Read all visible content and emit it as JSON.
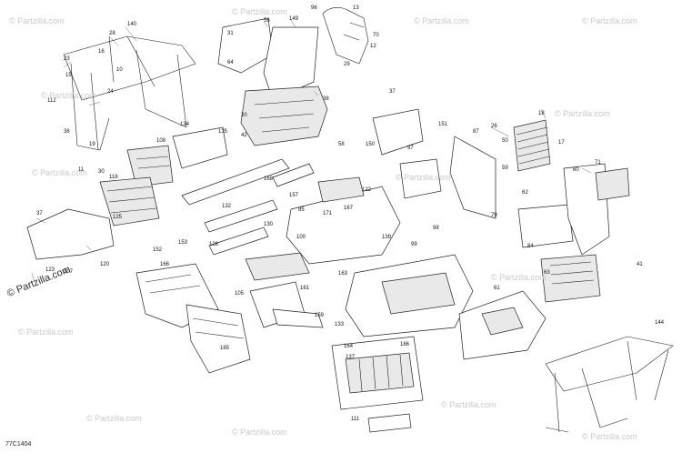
{
  "watermark": {
    "text": "© Partzilla.com"
  },
  "diagram_code": "77C1404",
  "callouts": [
    {
      "label": "140"
    },
    {
      "label": "28"
    },
    {
      "label": "23"
    },
    {
      "label": "16"
    },
    {
      "label": "15"
    },
    {
      "label": "10"
    },
    {
      "label": "112"
    },
    {
      "label": "36"
    },
    {
      "label": "24"
    },
    {
      "label": "19"
    },
    {
      "label": "11"
    },
    {
      "label": "56"
    },
    {
      "label": "31"
    },
    {
      "label": "149"
    },
    {
      "label": "64"
    },
    {
      "label": "38"
    },
    {
      "label": "20"
    },
    {
      "label": "42"
    },
    {
      "label": "58"
    },
    {
      "label": "96"
    },
    {
      "label": "13"
    },
    {
      "label": "70"
    },
    {
      "label": "12"
    },
    {
      "label": "29"
    },
    {
      "label": "37"
    },
    {
      "label": "151"
    },
    {
      "label": "150"
    },
    {
      "label": "26"
    },
    {
      "label": "18"
    },
    {
      "label": "17"
    },
    {
      "label": "108"
    },
    {
      "label": "134"
    },
    {
      "label": "135"
    },
    {
      "label": "30"
    },
    {
      "label": "118"
    },
    {
      "label": "125"
    },
    {
      "label": "37"
    },
    {
      "label": "107"
    },
    {
      "label": "123"
    },
    {
      "label": "120"
    },
    {
      "label": "152"
    },
    {
      "label": "153"
    },
    {
      "label": "128"
    },
    {
      "label": "130"
    },
    {
      "label": "132"
    },
    {
      "label": "157"
    },
    {
      "label": "122"
    },
    {
      "label": "167"
    },
    {
      "label": "85"
    },
    {
      "label": "168"
    },
    {
      "label": "100"
    },
    {
      "label": "99"
    },
    {
      "label": "98"
    },
    {
      "label": "97"
    },
    {
      "label": "87"
    },
    {
      "label": "50"
    },
    {
      "label": "59"
    },
    {
      "label": "71"
    },
    {
      "label": "60"
    },
    {
      "label": "79"
    },
    {
      "label": "62"
    },
    {
      "label": "84"
    },
    {
      "label": "63"
    },
    {
      "label": "41"
    },
    {
      "label": "144"
    },
    {
      "label": "166"
    },
    {
      "label": "105"
    },
    {
      "label": "161"
    },
    {
      "label": "163"
    },
    {
      "label": "159"
    },
    {
      "label": "133"
    },
    {
      "label": "164"
    },
    {
      "label": "137"
    },
    {
      "label": "111"
    },
    {
      "label": "165"
    },
    {
      "label": "61"
    },
    {
      "label": "186"
    },
    {
      "label": "139"
    },
    {
      "label": "171"
    }
  ]
}
